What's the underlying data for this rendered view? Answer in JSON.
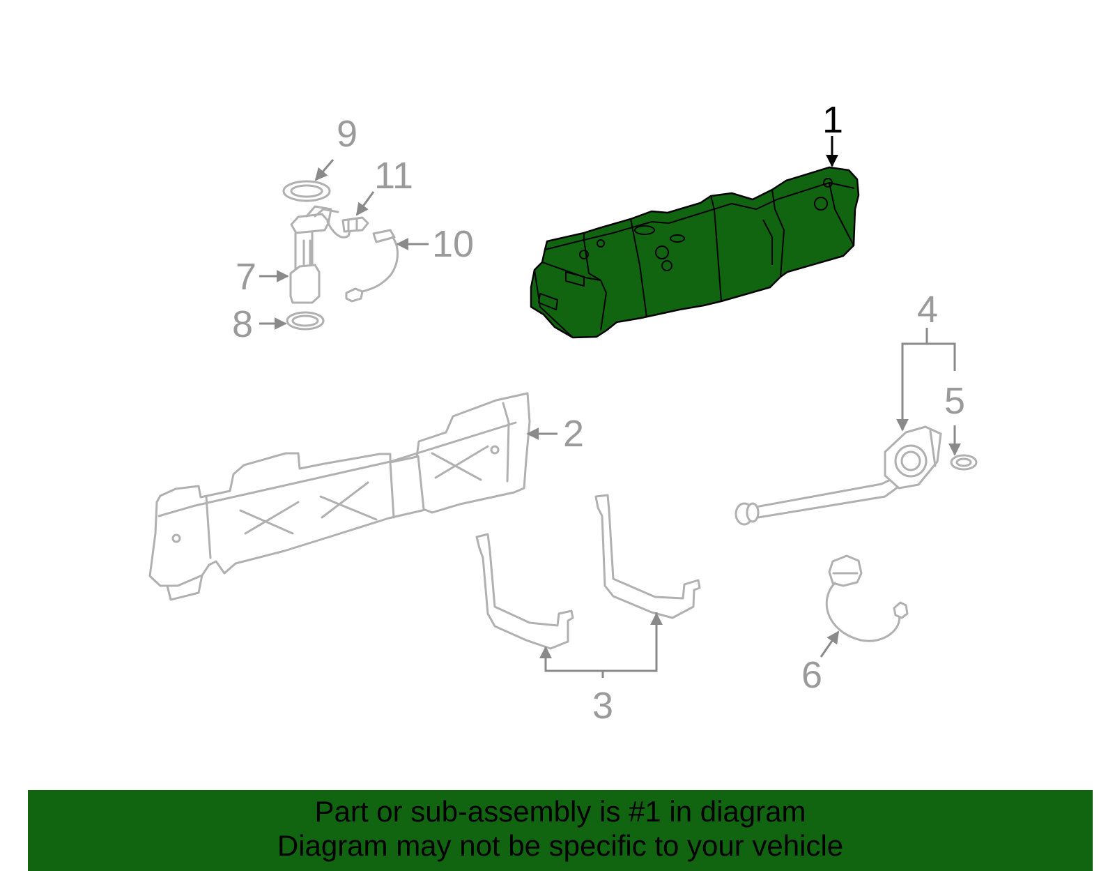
{
  "diagram": {
    "highlight_color": "#116410",
    "callouts": [
      {
        "id": "1",
        "label": "1",
        "highlighted": true
      },
      {
        "id": "2",
        "label": "2"
      },
      {
        "id": "3",
        "label": "3"
      },
      {
        "id": "4",
        "label": "4"
      },
      {
        "id": "5",
        "label": "5"
      },
      {
        "id": "6",
        "label": "6"
      },
      {
        "id": "7",
        "label": "7"
      },
      {
        "id": "8",
        "label": "8"
      },
      {
        "id": "9",
        "label": "9"
      },
      {
        "id": "10",
        "label": "10"
      },
      {
        "id": "11",
        "label": "11"
      }
    ]
  },
  "banner": {
    "line1": "Part or sub-assembly is #1 in diagram",
    "line2": "Diagram may not be specific to your vehicle",
    "background": "#116410"
  }
}
